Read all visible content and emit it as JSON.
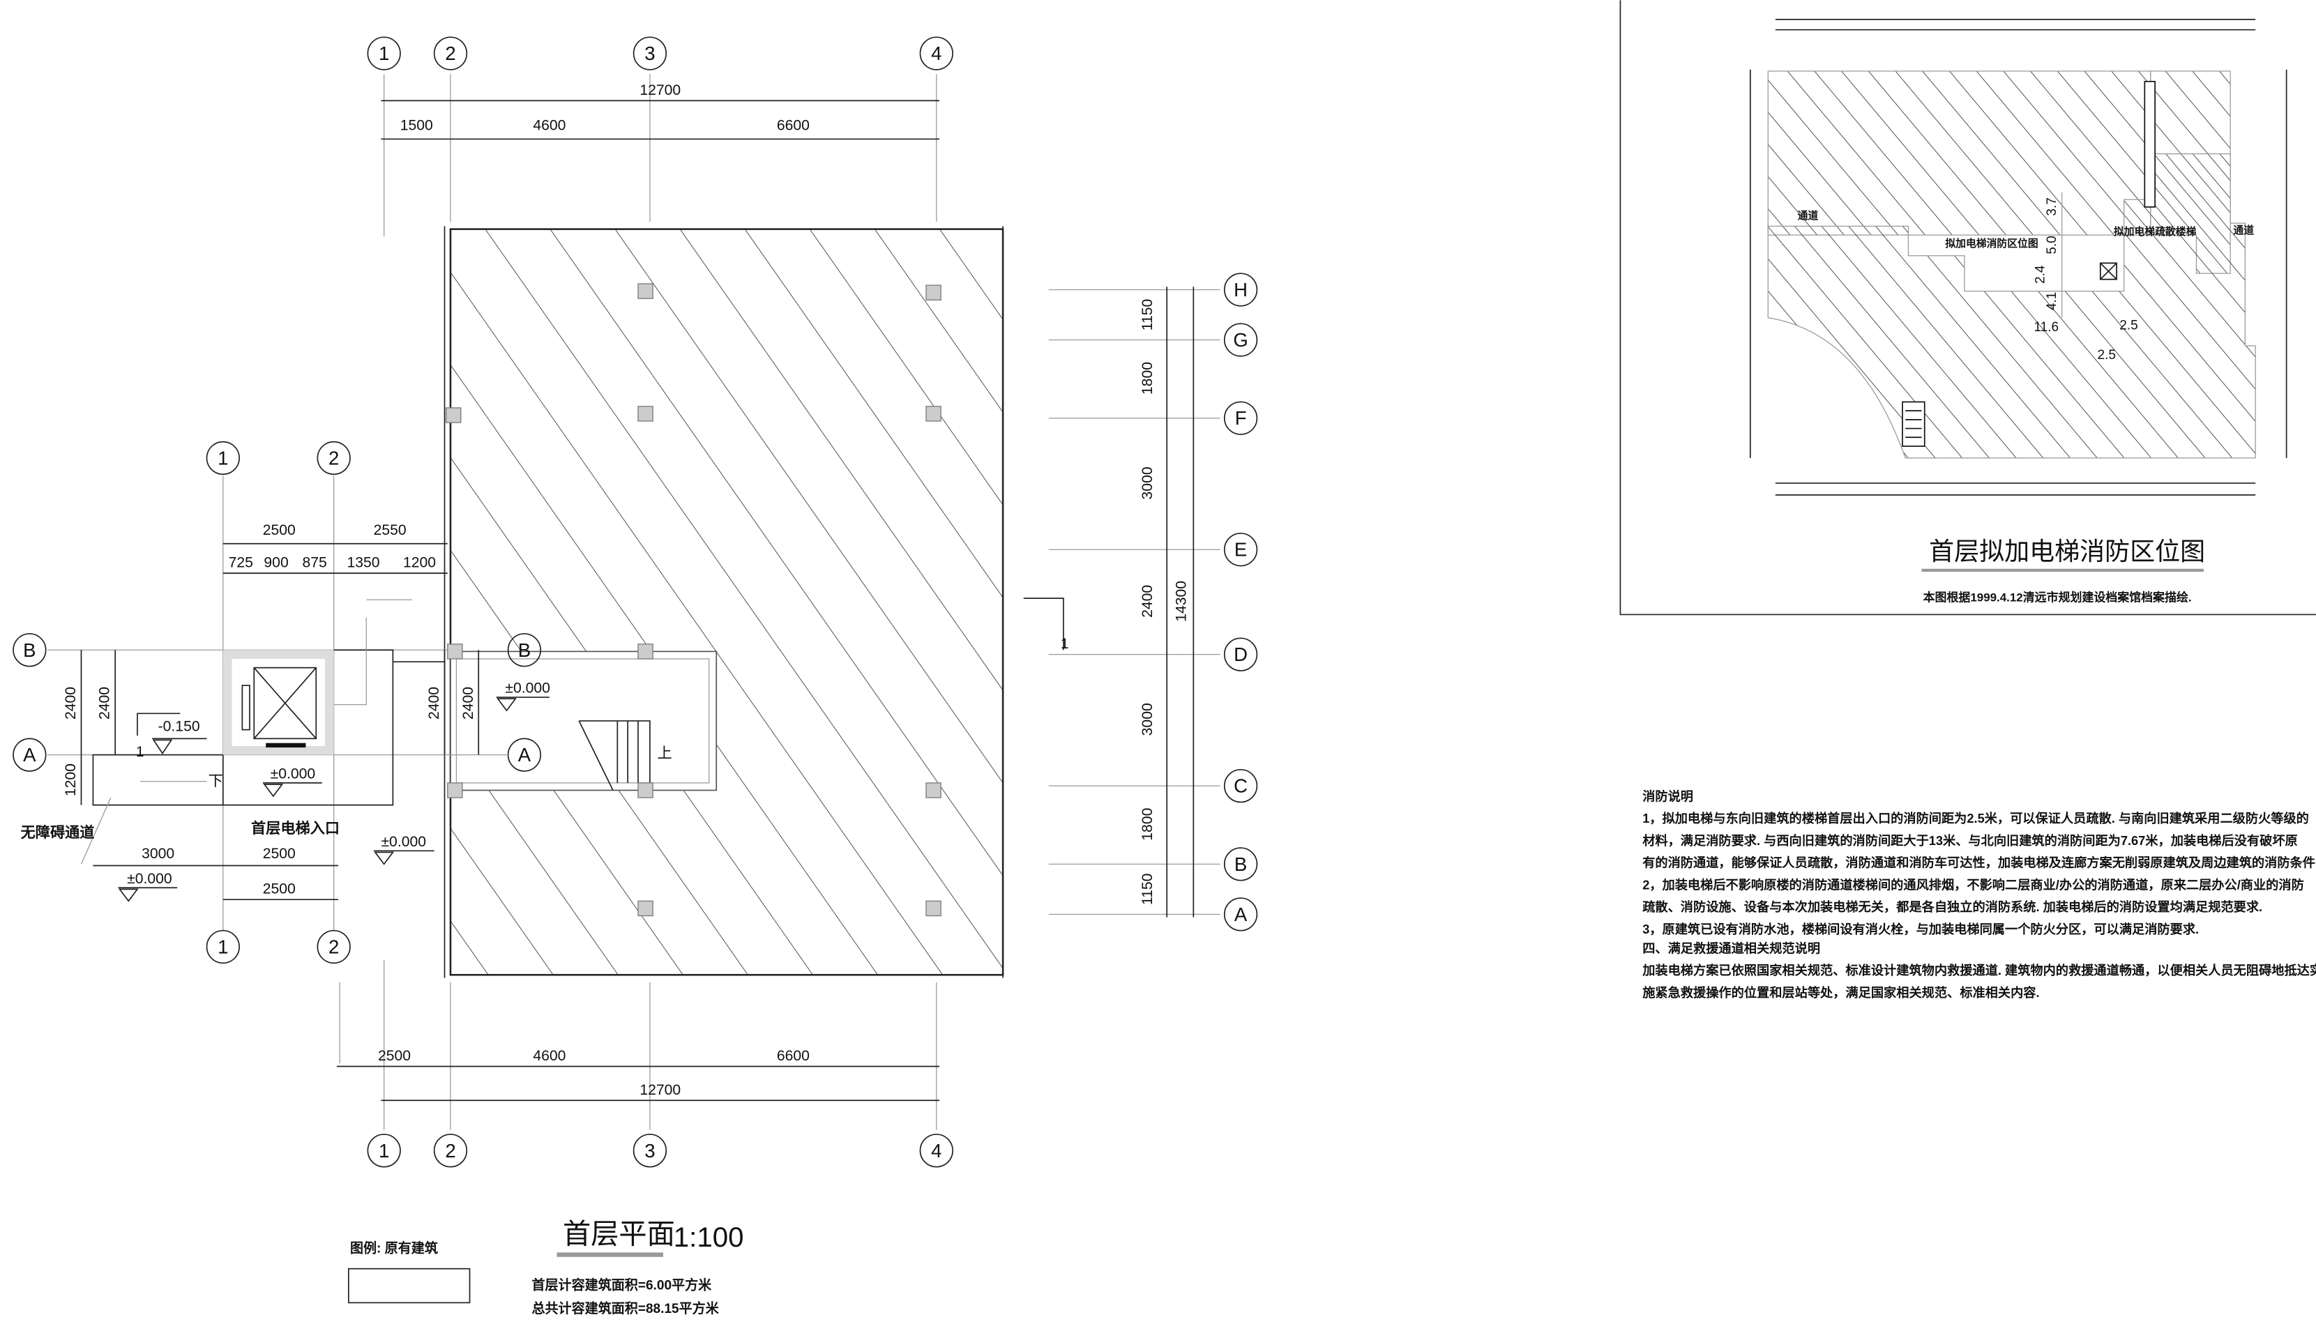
{
  "main_plan": {
    "axes_top": [
      "1",
      "2",
      "3",
      "4"
    ],
    "axes_right": [
      "H",
      "G",
      "F",
      "E",
      "D",
      "C",
      "B",
      "A"
    ],
    "dims_top_total": "12700",
    "dims_top": [
      "1500",
      "4600",
      "6600"
    ],
    "dims_bottom": [
      "2500",
      "4600",
      "6600"
    ],
    "dims_bottom_total": "12700",
    "dims_right": [
      "1150",
      "1800",
      "3000",
      "2400",
      "3000",
      "1800",
      "1150"
    ],
    "dims_right_total": "14300",
    "section_mark": "1",
    "stair_up": "上",
    "elev_main": "±0.000"
  },
  "annex": {
    "axes": [
      "1",
      "2"
    ],
    "rows": [
      "B",
      "A"
    ],
    "dims_top": [
      "2500",
      "2550"
    ],
    "dims_sub": [
      "725",
      "900",
      "875",
      "1350",
      "1200"
    ],
    "dims_left": [
      "2400",
      "2400",
      "1200"
    ],
    "dims_mid": [
      "2400",
      "2400"
    ],
    "elev_ramp": "-0.150",
    "elev_entry": "±0.000",
    "elev_outside": "±0.000",
    "elev_bottom": "±0.000",
    "ramp_down": "下",
    "ramp_label": "无障碍通道",
    "entry_label": "首层电梯入口",
    "dims_bottom": [
      "3000",
      "2500"
    ],
    "dims_bottom2": "2500",
    "ramp_mark": "1"
  },
  "legend": {
    "label": "图例: 原有建筑",
    "title": "首层平面",
    "scale": "1:100",
    "area1": "首层计容建筑面积=6.00平方米",
    "area2": "总共计容建筑面积=88.15平方米"
  },
  "inset": {
    "passage_left": "通道",
    "passage_right": "通道",
    "elevator_pos": "拟加电梯消防区位图",
    "evac_stair": "拟加电梯疏散楼梯",
    "d1": "3.7",
    "d2": "5.0",
    "d3": "2.4",
    "d4": "4.1",
    "d5": "11.6",
    "d6": "2.5",
    "d7": "2.5",
    "title": "首层拟加电梯消防区位图",
    "source": "本图根据1999.4.12清远市规划建设档案馆档案描绘."
  },
  "notes": {
    "heading": "消防说明",
    "lines": [
      "1，拟加电梯与东向旧建筑的楼梯首层出入口的消防间距为2.5米，可以保证人员疏散. 与南向旧建筑采用二级防火等级的",
      "材料，满足消防要求. 与西向旧建筑的消防间距大于13米、与北向旧建筑的消防间距为7.67米，加装电梯后没有破坏原",
      "有的消防通道，能够保证人员疏散，消防通道和消防车可达性，加装电梯及连廊方案无削弱原建筑及周边建筑的消防条件.",
      "2，加装电梯后不影响原楼的消防通道楼梯间的通风排烟，不影响二层商业/办公的消防通道，原来二层办公/商业的消防",
      "疏散、消防设施、设备与本次加装电梯无关，都是各自独立的消防系统. 加装电梯后的消防设置均满足规范要求.",
      "3，原建筑已设有消防水池，楼梯间设有消火栓，与加装电梯同属一个防火分区，可以满足消防要求.",
      "四、满足救援通道相关规范说明",
      "加装电梯方案已依照国家相关规范、标准设计建筑物内救援通道. 建筑物内的救援通道畅通，以便相关人员无阻碍地抵达实",
      "施紧急救援操作的位置和层站等处，满足国家相关规范、标准相关内容."
    ]
  }
}
